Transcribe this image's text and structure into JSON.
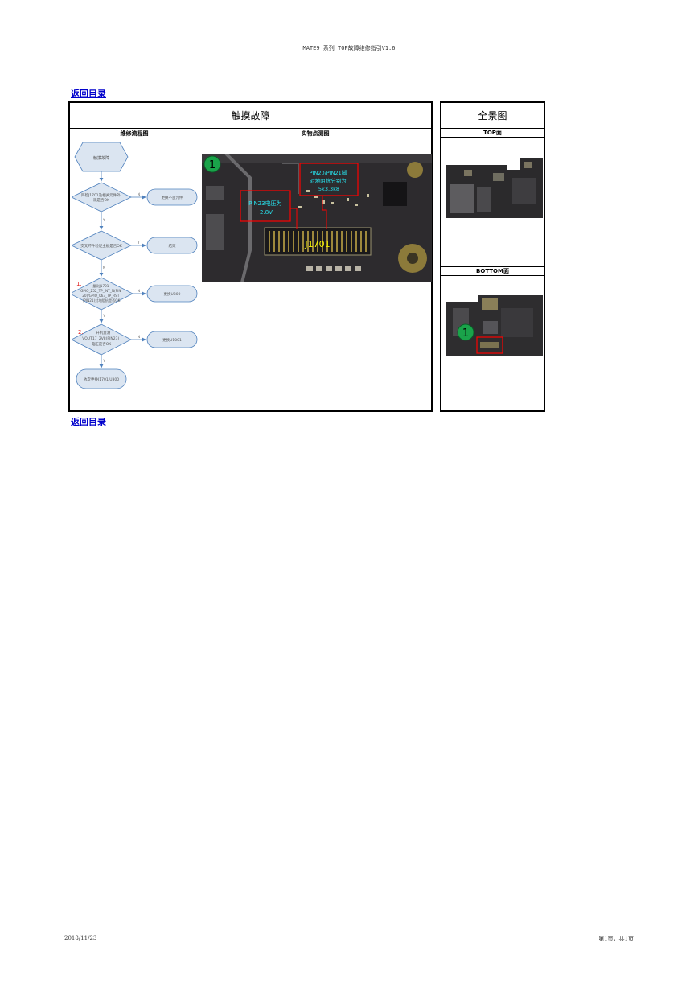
{
  "header": {
    "doc_title": "MATE9 系列 TOP故障维修指引V1.6"
  },
  "nav": {
    "back_label": "返回目录"
  },
  "main": {
    "title": "触摸故障",
    "col_flow": "维修流程图",
    "col_photo": "实物点测图"
  },
  "side": {
    "title": "全景图",
    "top_label": "TOP面",
    "bottom_label": "BOTTOM面"
  },
  "flow": {
    "start": "触摸故障",
    "d1": [
      "目检J1701及相关元件外",
      "观是否OK"
    ],
    "r1": "更换不良元件",
    "d2": [
      "交叉坏件验证主板是否OK"
    ],
    "r2": "结束",
    "d3_num": "1.",
    "d3": [
      "量测J1701",
      "GPIO_252_TP_INT_N(PIN",
      "20)/GPIO_063_TP_RST",
      "(PIN21)对地阻抗是否OK"
    ],
    "r3": "更换U300",
    "d4_num": "2.",
    "d4": [
      "开机量测",
      "VOUT17_2V8(PIN23)",
      "电压是否OK"
    ],
    "r4": "更换U1001",
    "end": "依次更换J1701/U300",
    "yes": "Y",
    "no": "N"
  },
  "photo": {
    "marker": "1",
    "note_pins": [
      "PIN20/PIN21脚",
      "对地阻抗分别为",
      "5k3,3k8"
    ],
    "note_voltage": [
      "PIN23电压为",
      "2.8V"
    ],
    "connector": "J1701"
  },
  "bottom_marker": "1",
  "footer": {
    "date": "2018/11/23",
    "page": "第1页，共1页"
  },
  "colors": {
    "link": "#0000cc",
    "flow_fill": "#dbe5f1",
    "flow_stroke": "#4f81bd",
    "highlight": "#ff0000",
    "marker": "#1aa34a"
  }
}
